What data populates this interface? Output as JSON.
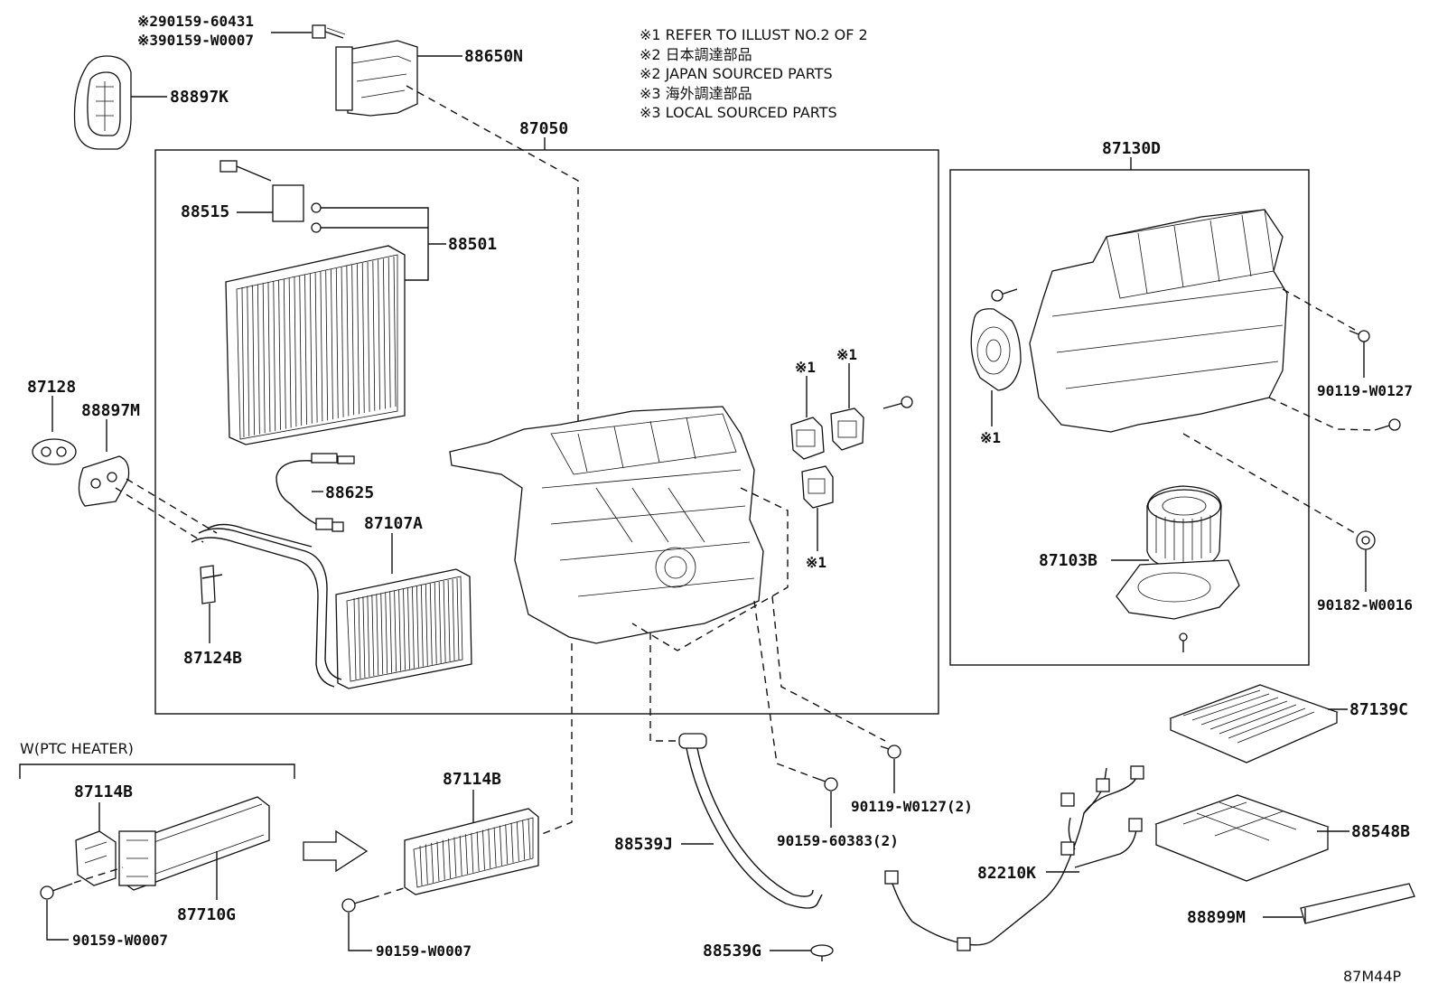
{
  "notes": [
    "※1 REFER TO ILLUST NO.2 OF 2",
    "※2 日本調達部品",
    "※2 JAPAN SOURCED PARTS",
    "※3 海外調達部品",
    "※3 LOCAL SOURCED PARTS"
  ],
  "labels": {
    "p90159_60431": "※290159-60431",
    "p90159_w0007_top": "※390159-W0007",
    "p88650N": "88650N",
    "p88897K": "88897K",
    "p87050": "87050",
    "p88515": "88515",
    "p88501": "88501",
    "p87128": "87128",
    "p88897M": "88897M",
    "p88625": "88625",
    "p87107A": "87107A",
    "p87124B": "87124B",
    "mark1_a": "※1",
    "mark1_b": "※1",
    "mark1_c": "※1",
    "mark1_d": "※1",
    "p87130D": "87130D",
    "p90119_w0127": "90119-W0127",
    "p87103B": "87103B",
    "p90182_w0016": "90182-W0016",
    "p87139C": "87139C",
    "p88548B": "88548B",
    "p88899M": "88899M",
    "p82210K": "82210K",
    "p90119_w0127_2": "90119-W0127(2)",
    "p90159_60383_2": "90159-60383(2)",
    "p88539J": "88539J",
    "p88539G": "88539G",
    "ptc_heater": "W(PTC HEATER)",
    "p87114B_left": "87114B",
    "p87710G": "87710G",
    "p90159_w0007_left": "90159-W0007",
    "p87114B_mid": "87114B",
    "p90159_w0007_mid": "90159-W0007",
    "illust_code": "87M44P"
  }
}
